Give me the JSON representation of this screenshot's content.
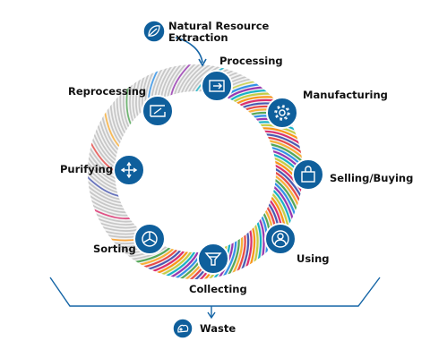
{
  "colors": {
    "icon_circle": "#0f5f9c",
    "icon_ring": "#ffffff",
    "connector": "#1565a6",
    "strand_gray": "#b8b8b8",
    "strand_colors": [
      "#e53935",
      "#f9a825",
      "#43a047",
      "#1e88e5",
      "#8e24aa",
      "#00acc1",
      "#c0ca33",
      "#fb8c00",
      "#d81b60",
      "#3949ab"
    ]
  },
  "stages": [
    {
      "id": "natural-resource-extraction",
      "label_line1": "Natural Resource",
      "label_line2": "Extraction",
      "icon": "leaf-icon"
    },
    {
      "id": "processing",
      "label": "Processing",
      "icon": "conveyor-icon"
    },
    {
      "id": "manufacturing",
      "label": "Manufacturing",
      "icon": "gear-icon"
    },
    {
      "id": "selling-buying",
      "label": "Selling/Buying",
      "icon": "shopping-bag-icon"
    },
    {
      "id": "using",
      "label": "Using",
      "icon": "user-icon"
    },
    {
      "id": "collecting",
      "label": "Collecting",
      "icon": "funnel-icon"
    },
    {
      "id": "sorting",
      "label": "Sorting",
      "icon": "pie-chart-icon"
    },
    {
      "id": "purifying",
      "label": "Purifying",
      "icon": "arrows-out-icon"
    },
    {
      "id": "reprocessing",
      "label": "Reprocessing",
      "icon": "measure-icon"
    },
    {
      "id": "waste",
      "label": "Waste",
      "icon": "waste-icon"
    }
  ]
}
